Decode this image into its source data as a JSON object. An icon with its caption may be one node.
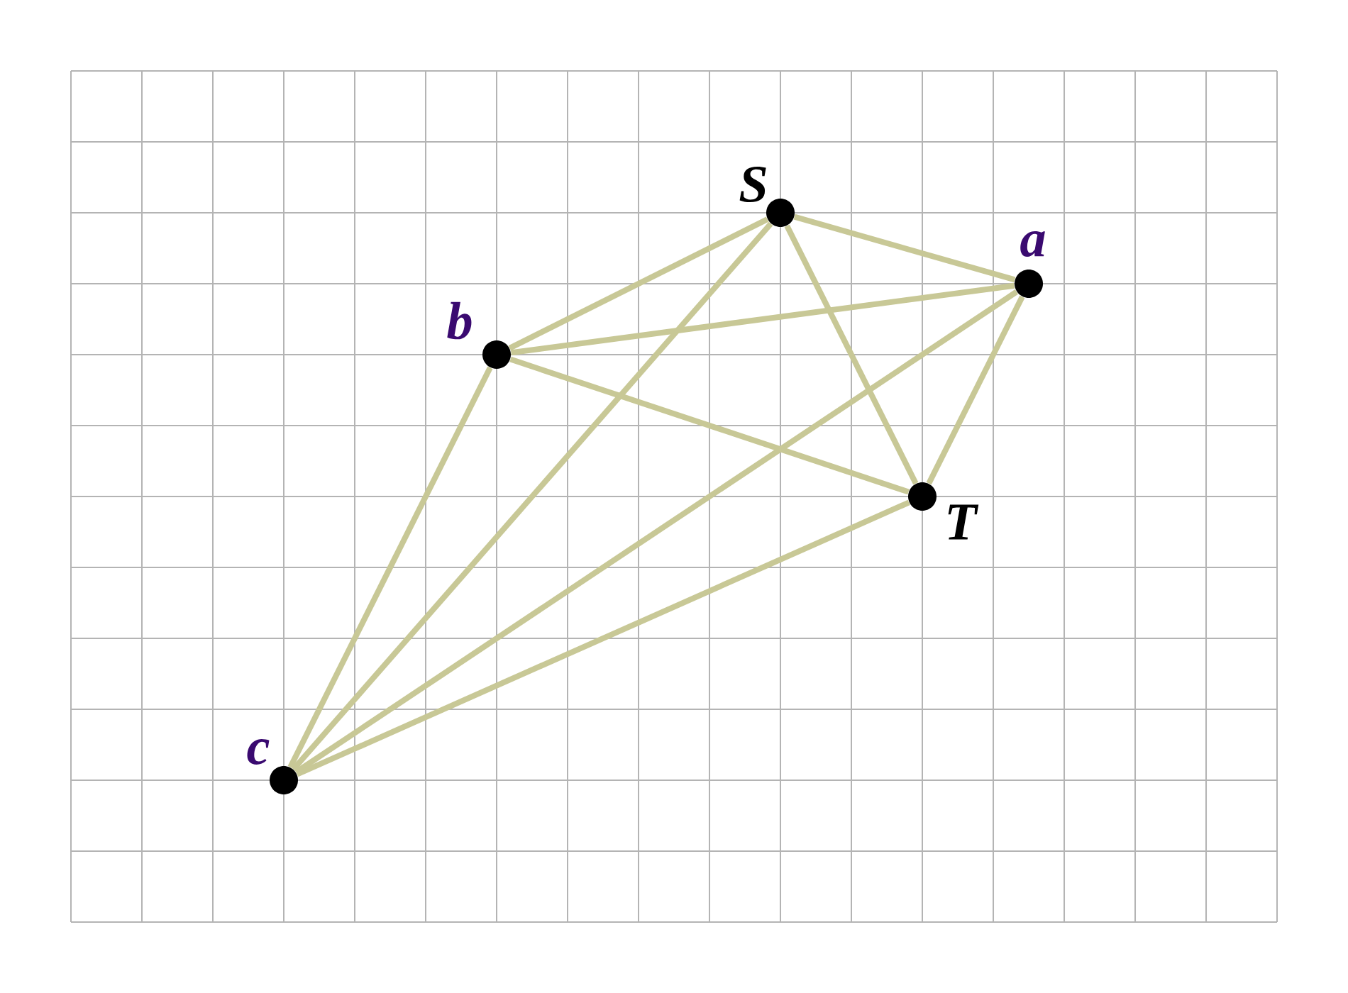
{
  "diagram": {
    "nodes": [
      {
        "text": [
          "S"
        ]
      },
      {
        "text": [
          "a"
        ]
      },
      {
        "text": [
          "b"
        ]
      },
      {
        "text": [
          "T"
        ]
      },
      {
        "text": [
          "c"
        ]
      }
    ],
    "edges": [
      {
        "from": 0,
        "to": 1,
        "arrow": "none"
      },
      {
        "from": 0,
        "to": 2,
        "arrow": "none"
      },
      {
        "from": 0,
        "to": 3,
        "arrow": "none"
      },
      {
        "from": 0,
        "to": 4,
        "arrow": "none"
      },
      {
        "from": 1,
        "to": 2,
        "arrow": "none"
      },
      {
        "from": 1,
        "to": 3,
        "arrow": "none"
      },
      {
        "from": 1,
        "to": 4,
        "arrow": "none"
      },
      {
        "from": 2,
        "to": 3,
        "arrow": "none"
      },
      {
        "from": 2,
        "to": 4,
        "arrow": "none"
      },
      {
        "from": 3,
        "to": 4,
        "arrow": "none"
      }
    ]
  }
}
